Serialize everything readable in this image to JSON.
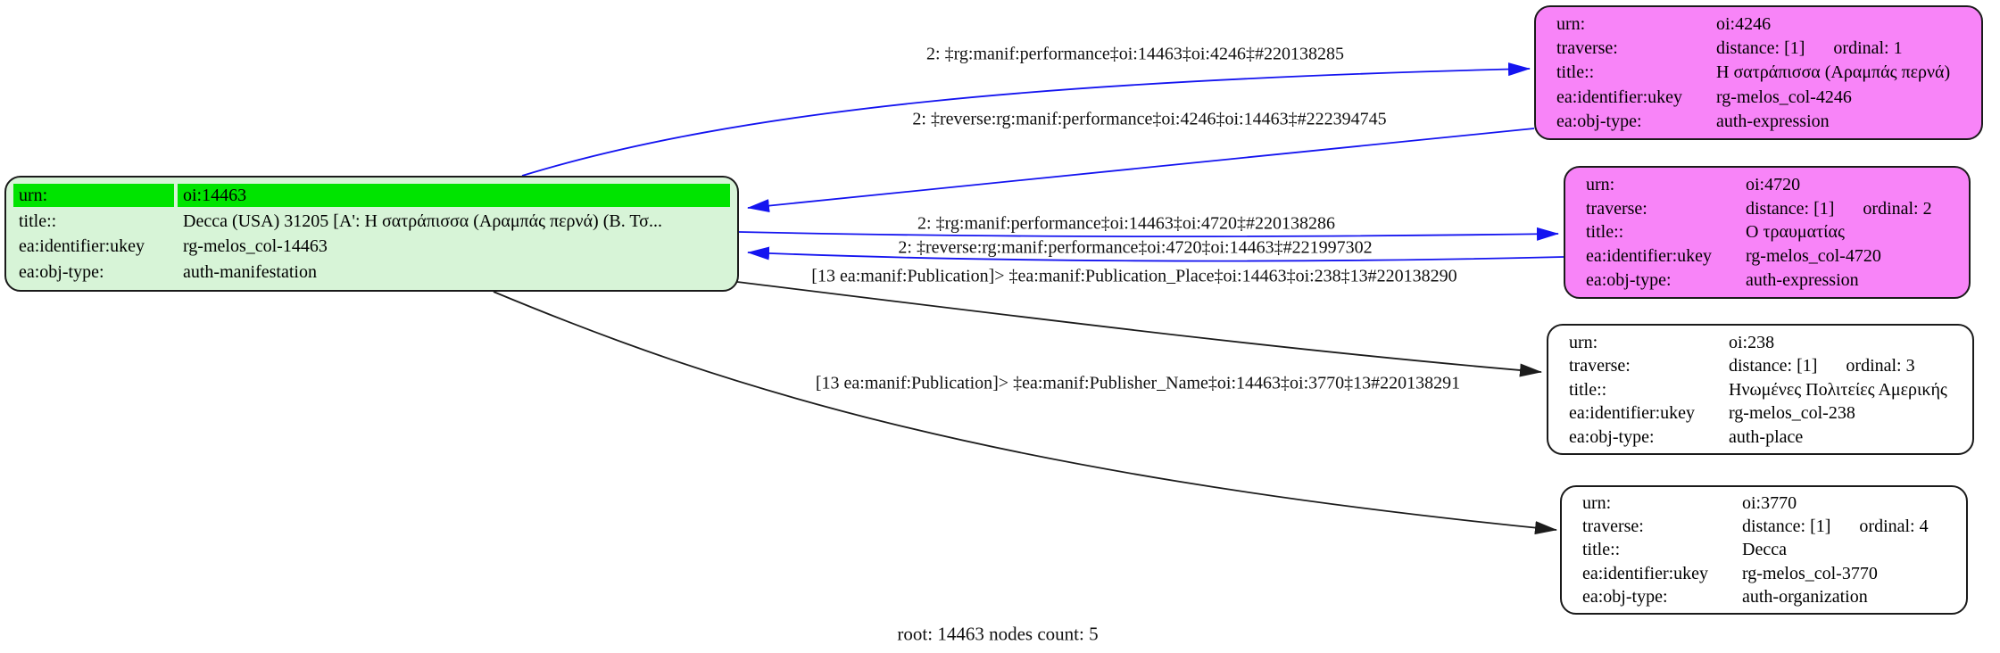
{
  "caption": "root: 14463 nodes count: 5",
  "colors": {
    "root_fill": "#d7f4d7",
    "root_highlight": "#00e400",
    "expression_fill": "#f884f8",
    "plain_fill": "#ffffff",
    "node_border": "#1a1a1a",
    "edge_blue": "#1414f0",
    "edge_black": "#1c1c1c"
  },
  "nodes": [
    {
      "id": "oi:14463",
      "kind": "root",
      "rows": [
        {
          "label": "urn:",
          "value": "oi:14463",
          "highlighted": true
        },
        {
          "label": "title::",
          "value": "Decca (USA) 31205 [Α': Η σατράπισσα (Αραμπάς περνά) (Β. Τσ..."
        },
        {
          "label": "ea:identifier:ukey",
          "value": "rg-melos_col-14463"
        },
        {
          "label": "ea:obj-type:",
          "value": "auth-manifestation"
        }
      ]
    },
    {
      "id": "oi:4246",
      "kind": "expression",
      "rows": [
        {
          "label": "urn:",
          "value": "oi:4246"
        },
        {
          "label": "traverse:",
          "value": "distance: [1]",
          "value2": "ordinal: 1"
        },
        {
          "label": "title::",
          "value": "Η σατράπισσα (Αραμπάς περνά)"
        },
        {
          "label": "ea:identifier:ukey",
          "value": "rg-melos_col-4246"
        },
        {
          "label": "ea:obj-type:",
          "value": "auth-expression"
        }
      ]
    },
    {
      "id": "oi:4720",
      "kind": "expression",
      "rows": [
        {
          "label": "urn:",
          "value": "oi:4720"
        },
        {
          "label": "traverse:",
          "value": "distance: [1]",
          "value2": "ordinal: 2"
        },
        {
          "label": "title::",
          "value": "Ο τραυματίας"
        },
        {
          "label": "ea:identifier:ukey",
          "value": "rg-melos_col-4720"
        },
        {
          "label": "ea:obj-type:",
          "value": "auth-expression"
        }
      ]
    },
    {
      "id": "oi:238",
      "kind": "place",
      "rows": [
        {
          "label": "urn:",
          "value": "oi:238"
        },
        {
          "label": "traverse:",
          "value": "distance: [1]",
          "value2": "ordinal: 3"
        },
        {
          "label": "title::",
          "value": "Ηνωμένες Πολιτείες Αμερικής"
        },
        {
          "label": "ea:identifier:ukey",
          "value": "rg-melos_col-238"
        },
        {
          "label": "ea:obj-type:",
          "value": "auth-place"
        }
      ]
    },
    {
      "id": "oi:3770",
      "kind": "organization",
      "rows": [
        {
          "label": "urn:",
          "value": "oi:3770"
        },
        {
          "label": "traverse:",
          "value": "distance: [1]",
          "value2": "ordinal: 4"
        },
        {
          "label": "title::",
          "value": "Decca"
        },
        {
          "label": "ea:identifier:ukey",
          "value": "rg-melos_col-3770"
        },
        {
          "label": "ea:obj-type:",
          "value": "auth-organization"
        }
      ]
    }
  ],
  "edges": [
    {
      "label": "2: ‡rg:manif:performance‡oi:14463‡oi:4246‡#220138285",
      "color": "blue"
    },
    {
      "label": "2: ‡reverse:rg:manif:performance‡oi:4246‡oi:14463‡#222394745",
      "color": "blue"
    },
    {
      "label": "2: ‡rg:manif:performance‡oi:14463‡oi:4720‡#220138286",
      "color": "blue"
    },
    {
      "label": "2: ‡reverse:rg:manif:performance‡oi:4720‡oi:14463‡#221997302",
      "color": "blue"
    },
    {
      "label": "[13 ea:manif:Publication]> ‡ea:manif:Publication_Place‡oi:14463‡oi:238‡13#220138290",
      "color": "black"
    },
    {
      "label": "[13 ea:manif:Publication]> ‡ea:manif:Publisher_Name‡oi:14463‡oi:3770‡13#220138291",
      "color": "black"
    }
  ]
}
